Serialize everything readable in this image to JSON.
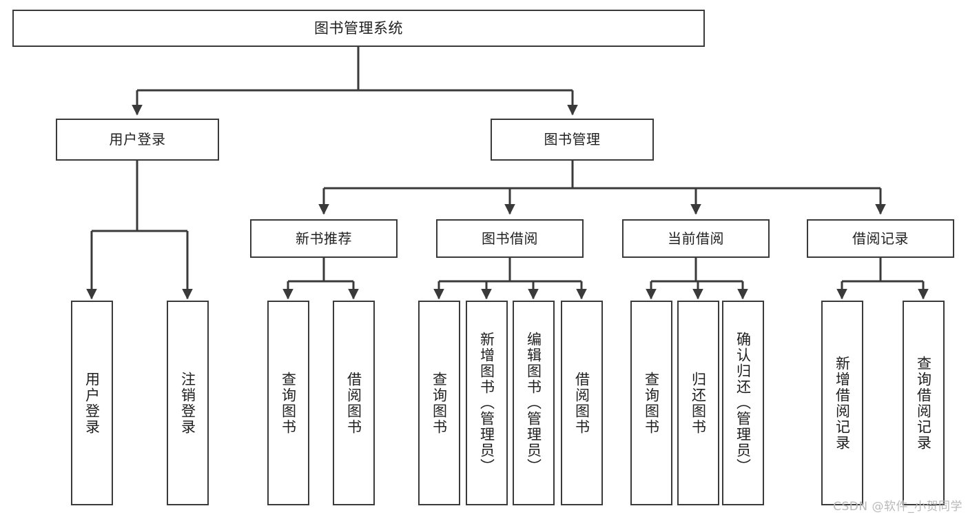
{
  "diagram": {
    "title": "图书管理系统",
    "type": "tree",
    "watermark": "CSDN @软件_小贺同学",
    "colors": {
      "stroke": "#3a3a3a",
      "fill": "#ffffff",
      "text": "#1f1f1f",
      "watermark": "#b9b9b9"
    },
    "nodes": {
      "root": {
        "label": "图书管理系统"
      },
      "level2": [
        {
          "id": "user_login",
          "label": "用户登录"
        },
        {
          "id": "book_mgmt",
          "label": "图书管理"
        }
      ],
      "level3": [
        {
          "id": "new_book_rec",
          "label": "新书推荐"
        },
        {
          "id": "book_borrow",
          "label": "图书借阅"
        },
        {
          "id": "current_borrow",
          "label": "当前借阅"
        },
        {
          "id": "borrow_record",
          "label": "借阅记录"
        }
      ],
      "leaves": {
        "user_login": [
          {
            "id": "leaf_user_login",
            "label": "用户登录"
          },
          {
            "id": "leaf_user_logout",
            "label": "注销登录"
          }
        ],
        "new_book_rec": [
          {
            "id": "leaf_query_book_1",
            "label": "查询图书"
          },
          {
            "id": "leaf_borrow_book_1",
            "label": "借阅图书"
          }
        ],
        "book_borrow": [
          {
            "id": "leaf_query_book_2",
            "label": "查询图书"
          },
          {
            "id": "leaf_add_book_admin",
            "label": "新增图书（管理员）"
          },
          {
            "id": "leaf_edit_book_admin",
            "label": "编辑图书（管理员）"
          },
          {
            "id": "leaf_borrow_book_2",
            "label": "借阅图书"
          }
        ],
        "current_borrow": [
          {
            "id": "leaf_query_book_3",
            "label": "查询图书"
          },
          {
            "id": "leaf_return_book",
            "label": "归还图书"
          },
          {
            "id": "leaf_confirm_return_admin",
            "label": "确认归还（管理员）"
          }
        ],
        "borrow_record": [
          {
            "id": "leaf_add_borrow_record",
            "label": "新增借阅记录"
          },
          {
            "id": "leaf_query_borrow_record",
            "label": "查询借阅记录"
          }
        ]
      }
    }
  }
}
